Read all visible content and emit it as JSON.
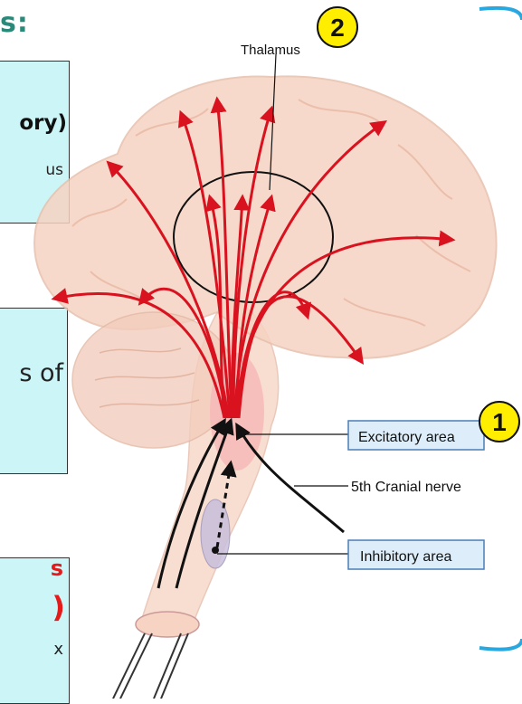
{
  "heading": "s:",
  "left_boxes": {
    "box1_line1": "ory)",
    "box1_line2": "us",
    "box2_line1": "s of",
    "box3_line1": "s",
    "box3_line2": ")",
    "box3_line3": "x"
  },
  "diagram": {
    "thalamus_label": "Thalamus",
    "excitatory_label": "Excitatory area",
    "cranial_label": "5th Cranial nerve",
    "inhibitory_label": "Inhibitory area",
    "badge1": "1",
    "badge2": "2"
  },
  "colors": {
    "arrow_red": "#d9121f",
    "badge_yellow": "#ffee00",
    "brain": "#f6d3c2",
    "label_box": "#ddeefa",
    "label_border": "#4a7fb5",
    "box_bg": "#ccf5f7",
    "heading_green": "#2a8a7a",
    "bracket_blue": "#29a8e0"
  }
}
